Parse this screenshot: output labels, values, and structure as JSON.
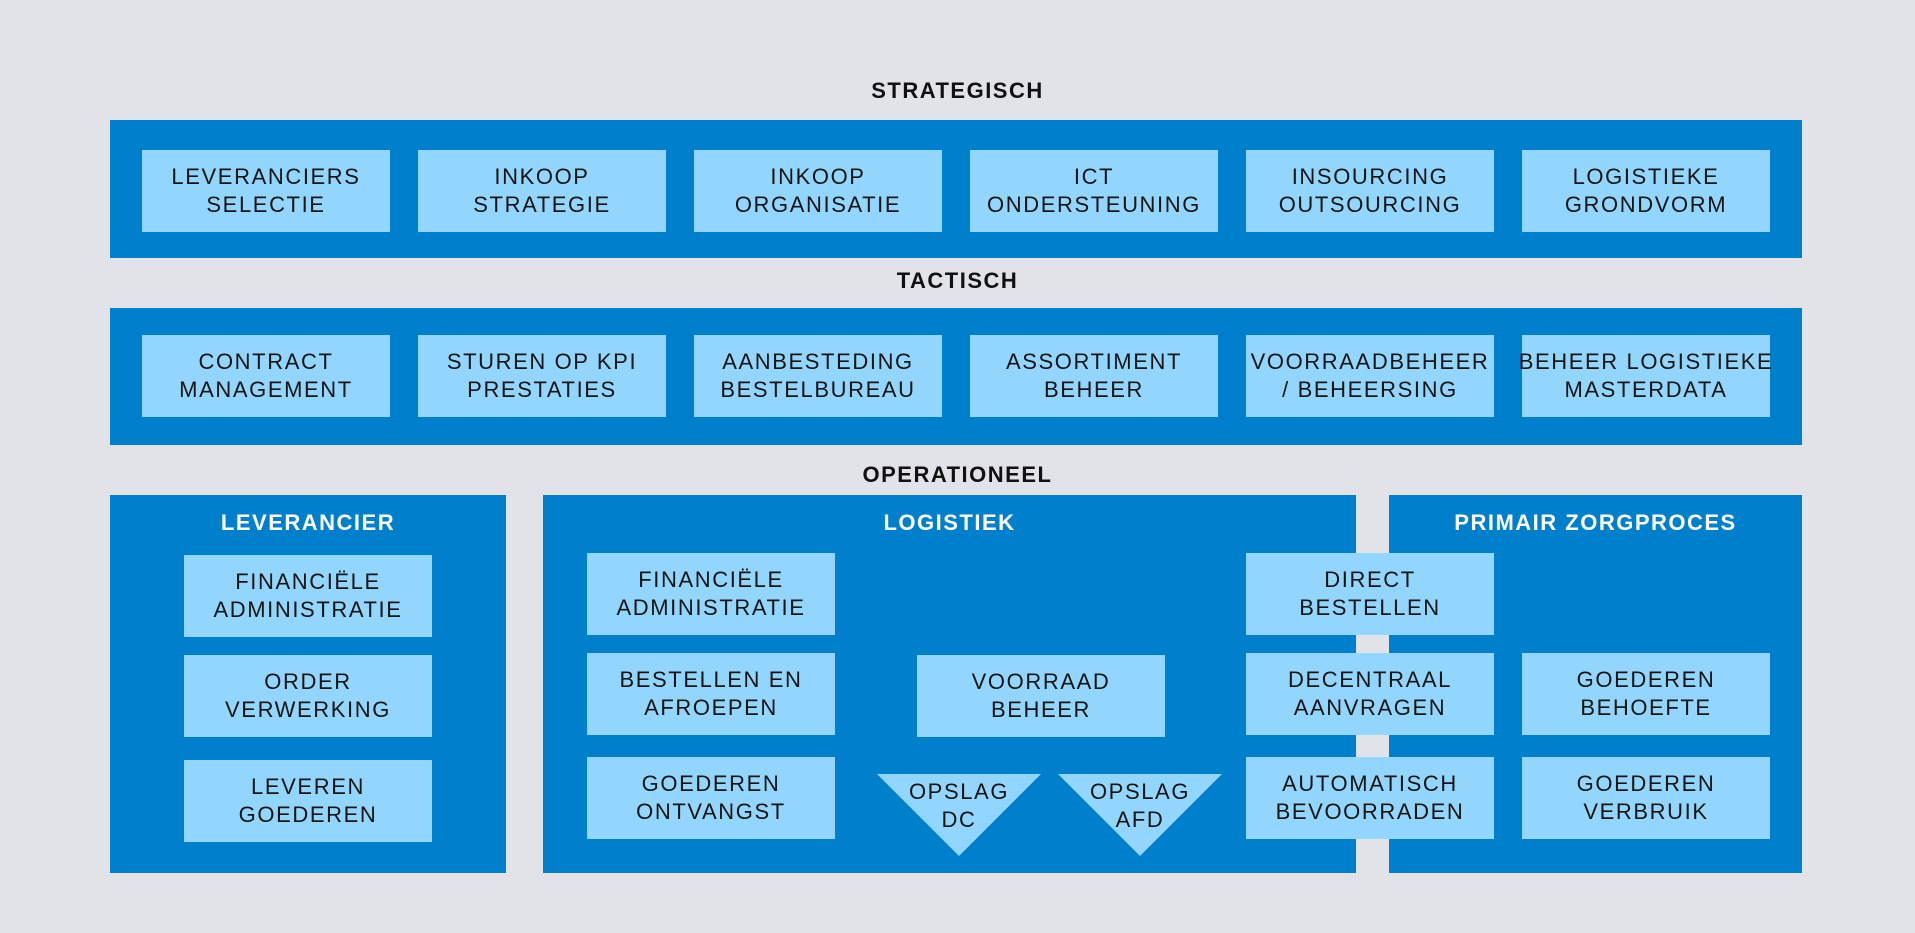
{
  "strategisch": {
    "title": "STRATEGISCH",
    "items": [
      {
        "l1": "LEVERANCIERS",
        "l2": "SELECTIE"
      },
      {
        "l1": "INKOOP",
        "l2": "STRATEGIE"
      },
      {
        "l1": "INKOOP",
        "l2": "ORGANISATIE"
      },
      {
        "l1": "ICT",
        "l2": "ONDERSTEUNING"
      },
      {
        "l1": "INSOURCING",
        "l2": "OUTSOURCING"
      },
      {
        "l1": "LOGISTIEKE",
        "l2": "GRONDVORM"
      }
    ]
  },
  "tactisch": {
    "title": "TACTISCH",
    "items": [
      {
        "l1": "CONTRACT",
        "l2": "MANAGEMENT"
      },
      {
        "l1": "STUREN OP KPI",
        "l2": "PRESTATIES"
      },
      {
        "l1": "AANBESTEDING",
        "l2": "BESTELBUREAU"
      },
      {
        "l1": "ASSORTIMENT",
        "l2": "BEHEER"
      },
      {
        "l1": "VOORRAADBEHEER",
        "l2": "/ BEHEERSING"
      },
      {
        "l1": "BEHEER LOGISTIEKE",
        "l2": "MASTERDATA"
      }
    ]
  },
  "operationeel": {
    "title": "OPERATIONEEL",
    "leverancier": {
      "title": "LEVERANCIER",
      "items": [
        {
          "l1": "FINANCIËLE",
          "l2": "ADMINISTRATIE"
        },
        {
          "l1": "ORDER",
          "l2": "VERWERKING"
        },
        {
          "l1": "LEVEREN",
          "l2": "GOEDEREN"
        }
      ]
    },
    "logistiek": {
      "title": "LOGISTIEK",
      "items": [
        {
          "l1": "FINANCIËLE",
          "l2": "ADMINISTRATIE"
        },
        {
          "l1": "BESTELLEN EN",
          "l2": "AFROEPEN"
        },
        {
          "l1": "GOEDEREN",
          "l2": "ONTVANGST"
        }
      ],
      "voorraad": {
        "l1": "VOORRAAD",
        "l2": "BEHEER"
      },
      "opslag_dc": {
        "l1": "OPSLAG",
        "l2": "DC"
      },
      "opslag_afd": {
        "l1": "OPSLAG",
        "l2": "AFD"
      },
      "right_items": [
        {
          "l1": "DIRECT",
          "l2": "BESTELLEN"
        },
        {
          "l1": "DECENTRAAL",
          "l2": "AANVRAGEN"
        },
        {
          "l1": "AUTOMATISCH",
          "l2": "BEVOORRADEN"
        }
      ]
    },
    "primair": {
      "title": "PRIMAIR ZORGPROCES",
      "items": [
        {
          "l1": "GOEDEREN",
          "l2": "BEHOEFTE"
        },
        {
          "l1": "GOEDEREN",
          "l2": "VERBRUIK"
        }
      ]
    }
  },
  "colors": {
    "background": "#e2e3e8",
    "band": "#0080cc",
    "box": "#93d6fd",
    "text": "#141414"
  }
}
